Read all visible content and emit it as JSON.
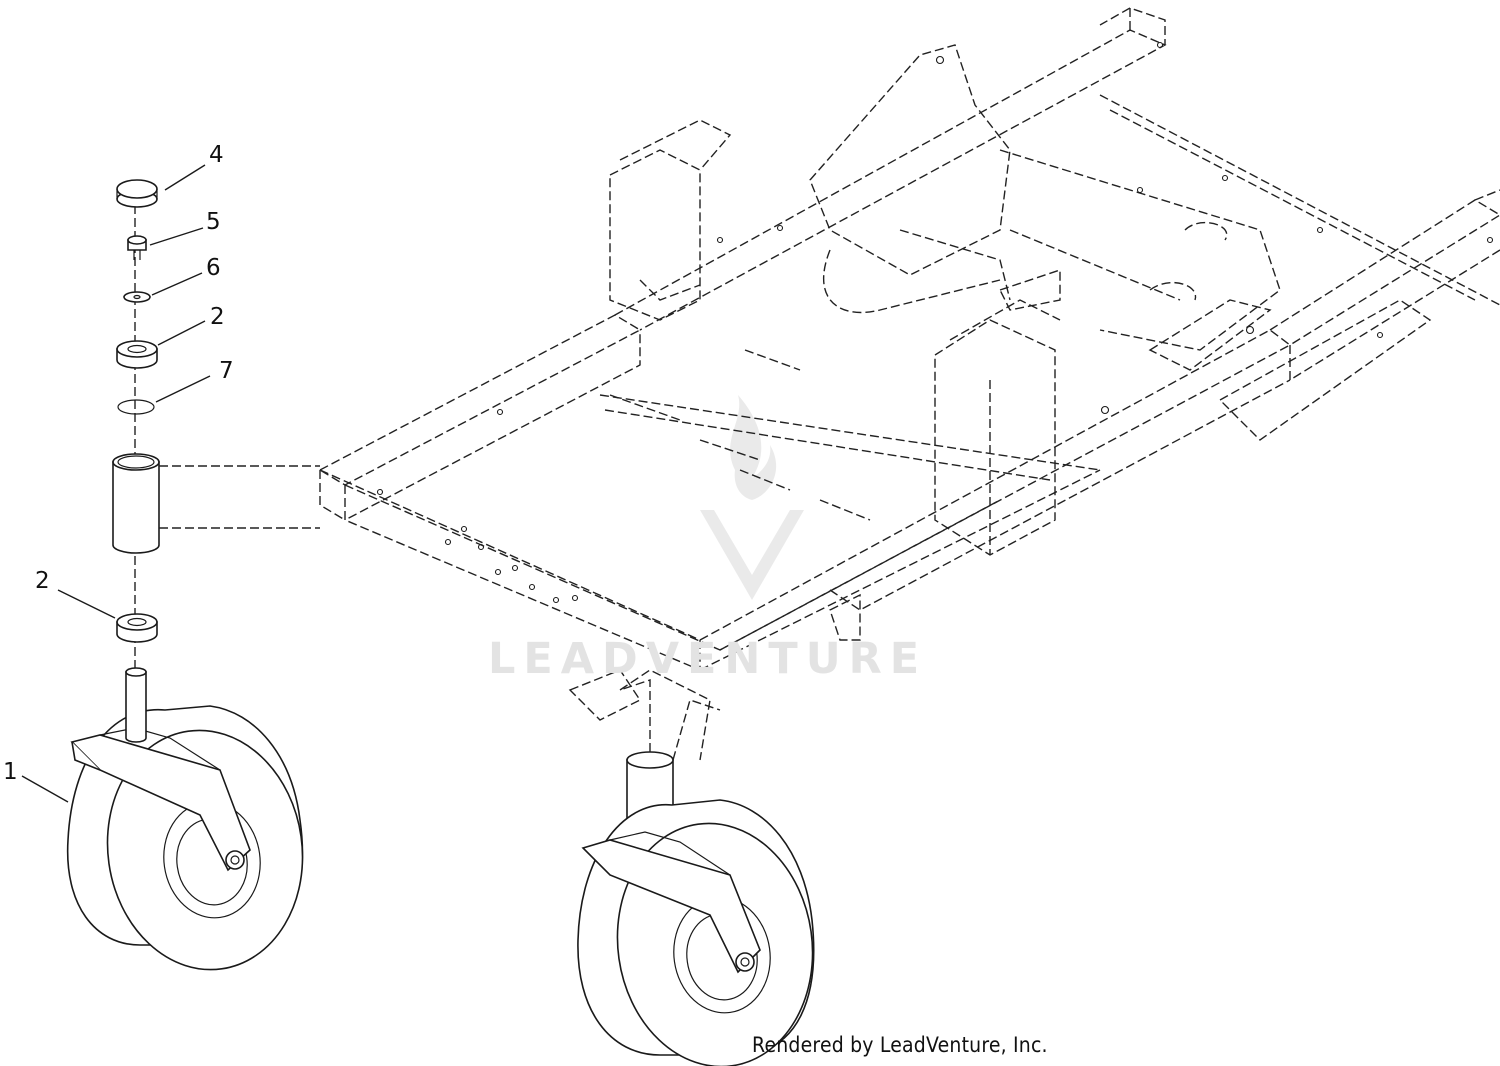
{
  "callouts": {
    "c4": "4",
    "c5": "5",
    "c6": "6",
    "c2_top": "2",
    "c7": "7",
    "c2_bottom": "2",
    "c1": "1"
  },
  "watermark": "LEADVENTURE",
  "footer": "Rendered by LeadVenture, Inc."
}
